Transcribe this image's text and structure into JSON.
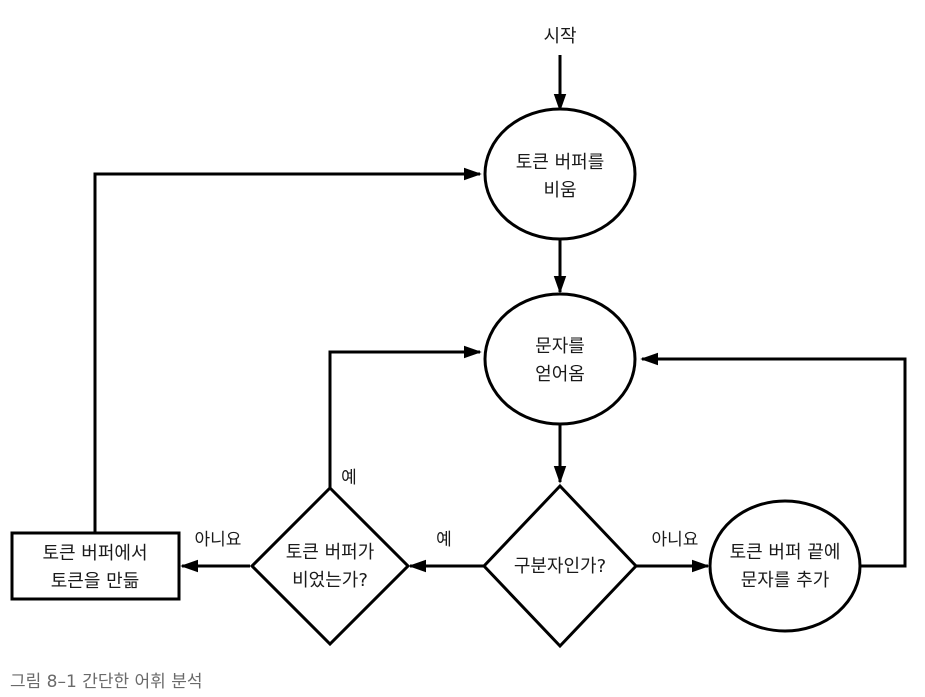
{
  "start": "시작",
  "nodes": {
    "clear_buffer": [
      "토큰 버퍼를",
      "비움"
    ],
    "get_char": [
      "문자를",
      "얻어옴"
    ],
    "is_delimiter": [
      "구분자인가?"
    ],
    "buffer_empty": [
      "토큰 버퍼가",
      "비었는가?"
    ],
    "make_token": [
      "토큰 버퍼에서",
      "토큰을 만듦"
    ],
    "append_char": [
      "토큰 버퍼 끝에",
      "문자를 추가"
    ]
  },
  "edges": {
    "delimiter_yes": "예",
    "delimiter_no": "아니요",
    "empty_yes": "예",
    "empty_no": "아니요"
  },
  "caption": "그림 8–1 간단한 어휘 분석"
}
